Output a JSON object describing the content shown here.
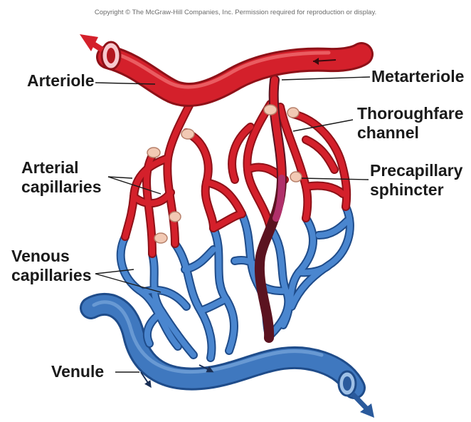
{
  "copyright": "Copyright © The McGraw-Hill Companies, Inc. Permission required for reproduction or display.",
  "labels": {
    "arteriole": "Arteriole",
    "metarteriole": "Metarteriole",
    "thoroughfare_1": "Thoroughfare",
    "thoroughfare_2": "channel",
    "arterial_1": "Arterial",
    "arterial_2": "capillaries",
    "precap_1": "Precapillary",
    "precap_2": "sphincter",
    "venous_1": "Venous",
    "venous_2": "capillaries",
    "venule": "Venule"
  },
  "colors": {
    "arterial": "#d4202b",
    "arterial_dark": "#8e1118",
    "venous": "#3f78bf",
    "venous_dark": "#1f4c8a",
    "sphincter": "#f2c9b4",
    "label_text": "#1a1a1a"
  }
}
